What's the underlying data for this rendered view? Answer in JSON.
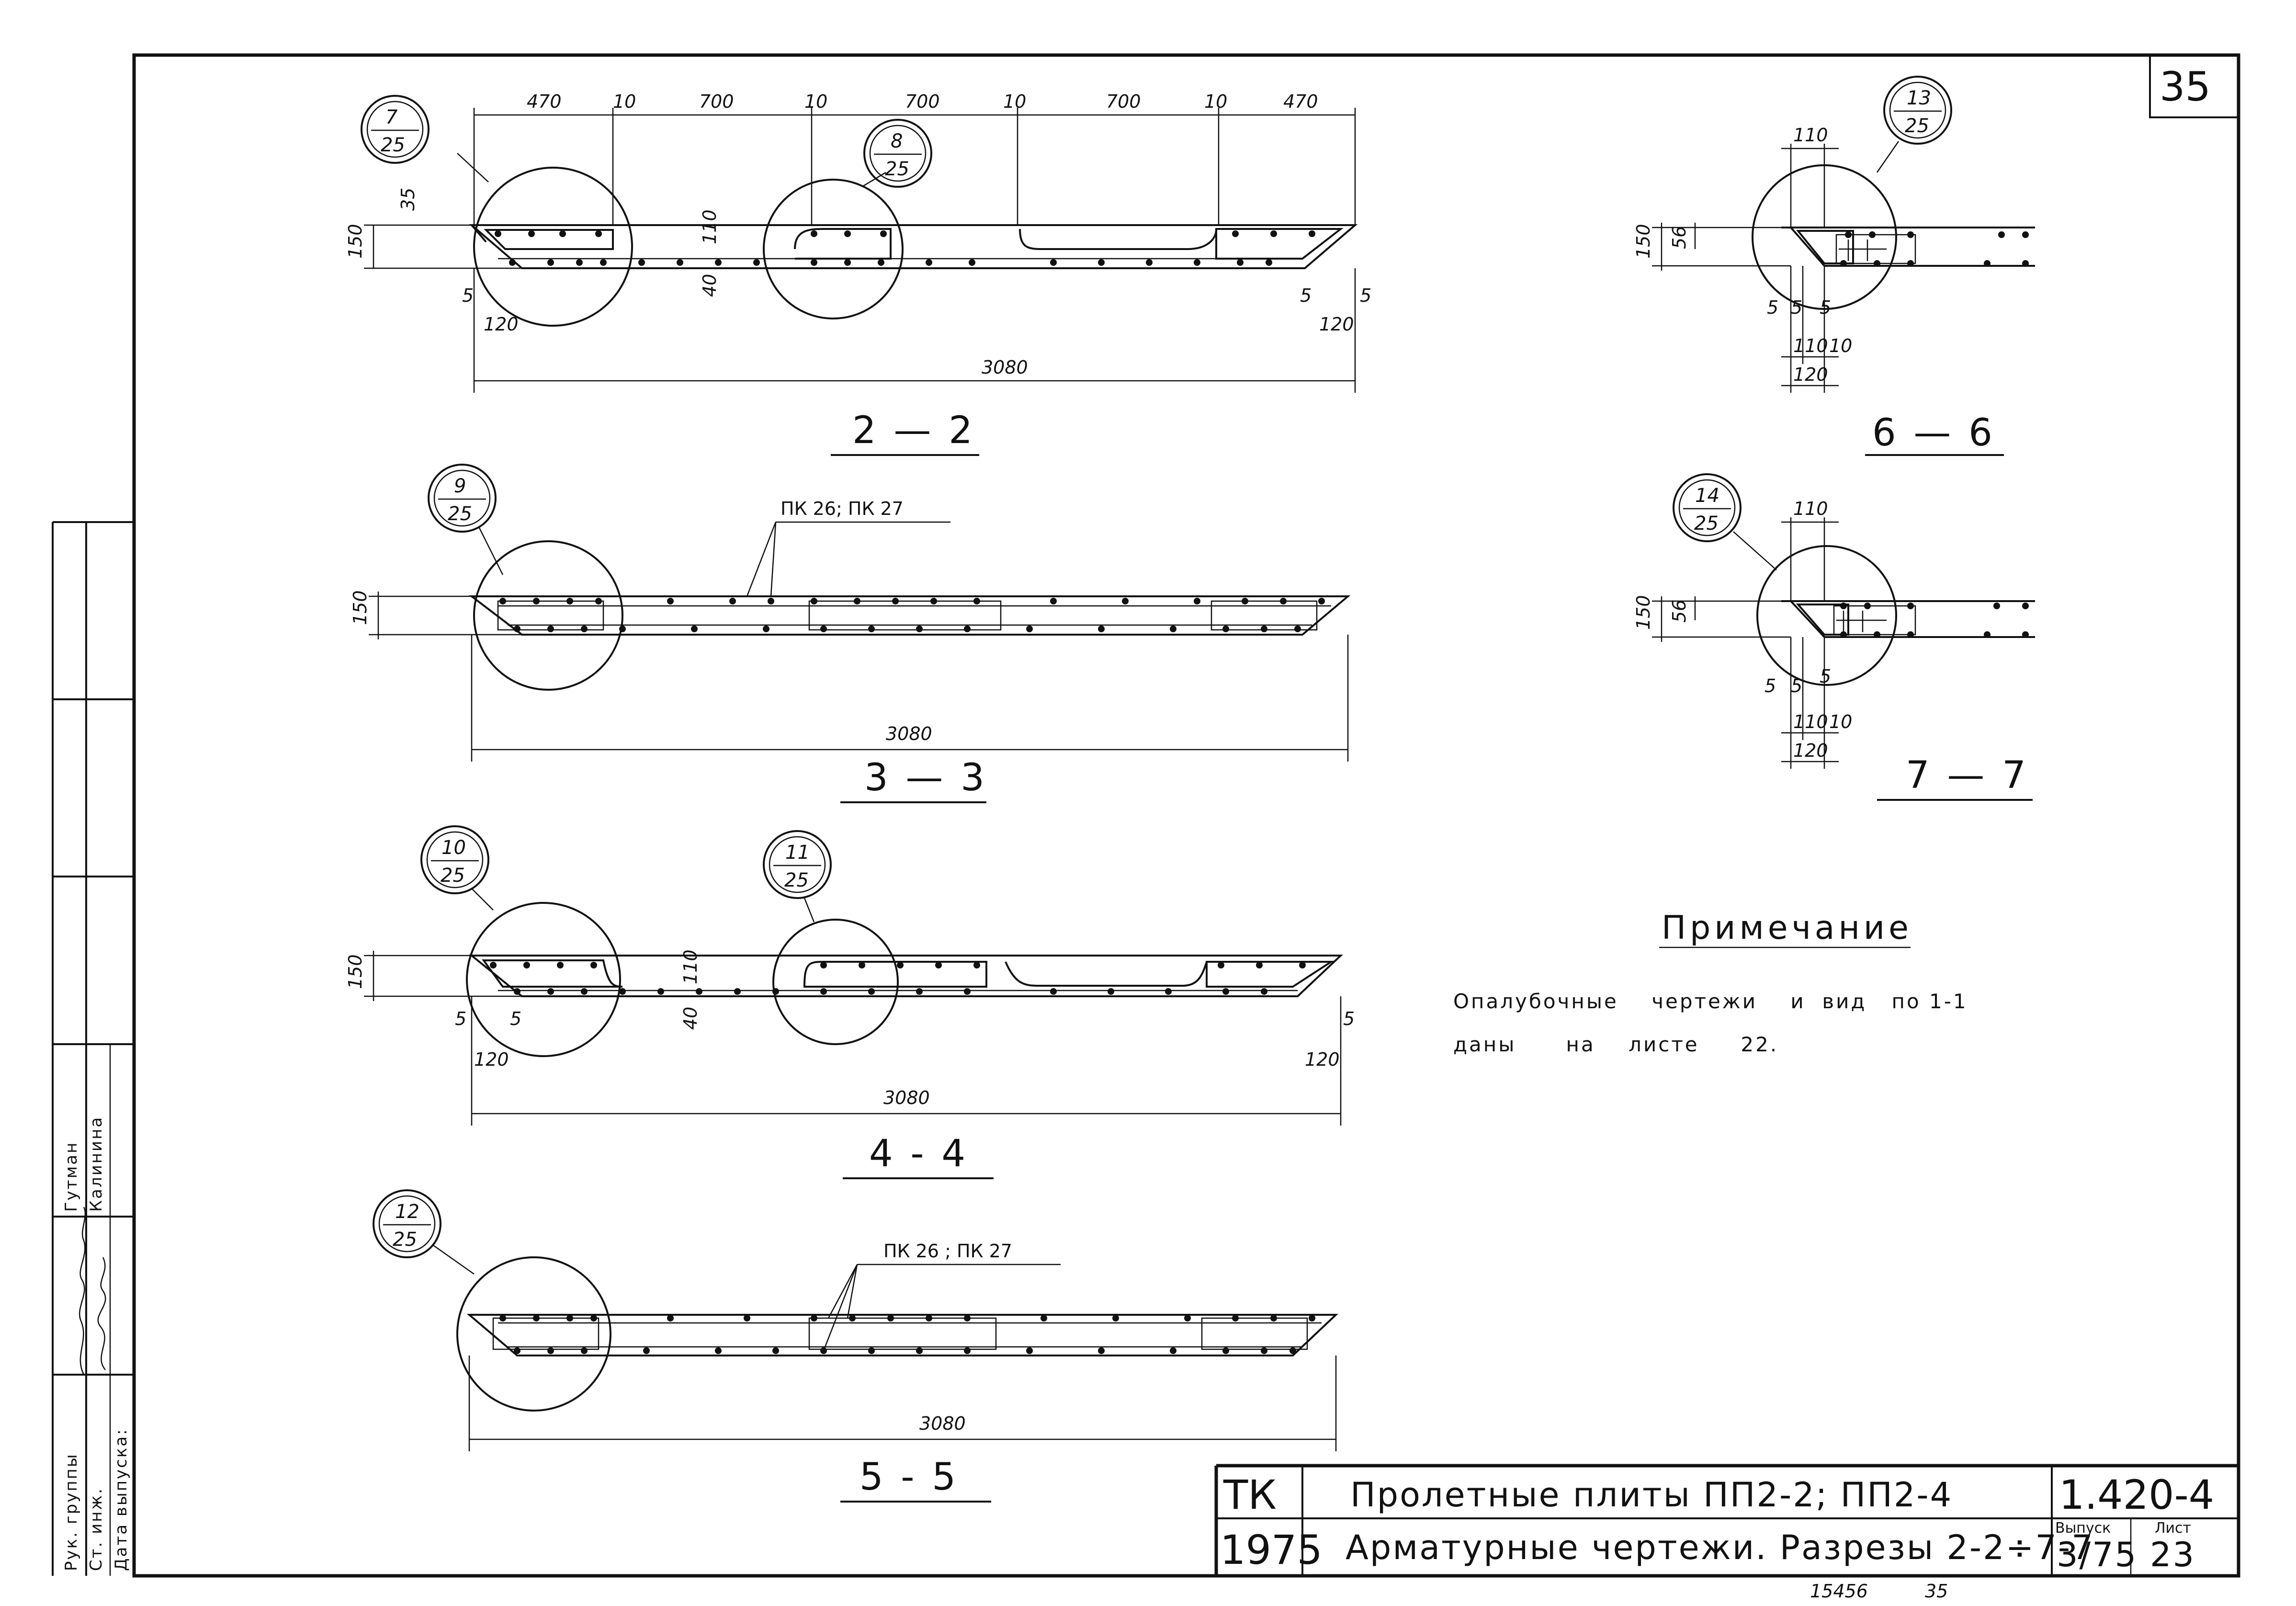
{
  "sheet": {
    "sheet_number": "35",
    "stamp_number": "15456",
    "stamp_number2": "35"
  },
  "sections": [
    {
      "id": "2-2",
      "title": "2 — 2",
      "callouts": [
        {
          "top": "7",
          "bottom": "25"
        },
        {
          "top": "8",
          "bottom": "25"
        }
      ],
      "top_dims": [
        "470",
        "10",
        "700",
        "10",
        "700",
        "10",
        "700",
        "10",
        "470"
      ],
      "side_dims": [
        "35",
        "150",
        "110",
        "40",
        "5",
        "120",
        "5",
        "120",
        "5"
      ],
      "total": "3080"
    },
    {
      "id": "3-3",
      "title": "3 — 3",
      "callouts": [
        {
          "top": "9",
          "bottom": "25"
        }
      ],
      "label": "ПК 26;  ПК 27",
      "side_dims": [
        "150"
      ],
      "total": "3080"
    },
    {
      "id": "4-4",
      "title": "4 - 4",
      "callouts": [
        {
          "top": "10",
          "bottom": "25"
        },
        {
          "top": "11",
          "bottom": "25"
        }
      ],
      "side_dims": [
        "150",
        "110",
        "40",
        "5",
        "5",
        "120",
        "5",
        "120"
      ],
      "total": "3080"
    },
    {
      "id": "5-5",
      "title": "5 - 5",
      "callouts": [
        {
          "top": "12",
          "bottom": "25"
        }
      ],
      "label": "ПК 26 ;  ПК 27",
      "total": "3080"
    },
    {
      "id": "6-6",
      "title": "6 — 6",
      "callouts": [
        {
          "top": "13",
          "bottom": "25"
        }
      ],
      "dims": [
        "110",
        "150",
        "56",
        "5",
        "5",
        "5",
        "110",
        "10",
        "120"
      ]
    },
    {
      "id": "7-7",
      "title": "7 — 7",
      "callouts": [
        {
          "top": "14",
          "bottom": "25"
        }
      ],
      "dims": [
        "110",
        "150",
        "56",
        "5",
        "5",
        "5",
        "110",
        "10",
        "120"
      ]
    }
  ],
  "note": {
    "heading": "Примечание",
    "line1": "Опалубочные    чертежи    и  вид   по 1-1",
    "line2": "даны      на    листе     22."
  },
  "title_block": {
    "org": "ТК",
    "year": "1975",
    "title1": "Пролетные плиты ПП2-2; ПП2-4",
    "title2": "Арматурные чертежи. Разрезы 2-2÷7-7",
    "code": "1.420-4",
    "issue_label": "Выпуск",
    "issue": "3/75",
    "sheet_label": "Лист",
    "sheet": "23"
  },
  "side_stamp": {
    "row1_role": "Рук. группы",
    "row1_name": "Гутман",
    "row2_role": "Ст. инж.",
    "row2_name": "Калинина",
    "row3_role": "Дата выпуска:"
  }
}
